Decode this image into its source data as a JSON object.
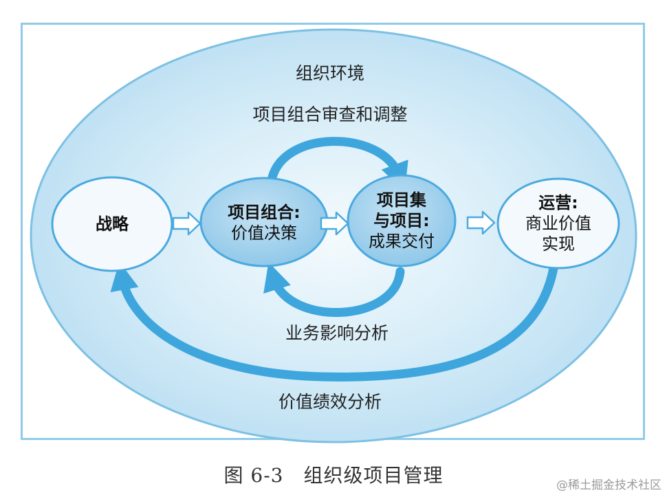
{
  "diagram": {
    "environment_label": "组织环境",
    "review_label": "项目组合审查和调整",
    "business_impact_label": "业务影响分析",
    "value_performance_label": "价值绩效分析",
    "nodes": {
      "strategy": {
        "line1": "战略"
      },
      "portfolio": {
        "line1": "项目组合:",
        "line2": "价值决策"
      },
      "programs": {
        "line1": "项目集",
        "line2": "与项目:",
        "line3": "成果交付"
      },
      "operations": {
        "line1": "运营:",
        "line2": "商业价值",
        "line3": "实现"
      }
    }
  },
  "caption": "图 6-3　组织级项目管理",
  "watermark": "@稀土掘金技术社区",
  "colors": {
    "frame": "#8fcbe8",
    "ellipse_fill": "#c5e4f4",
    "arrow": "#3ea6dd",
    "node_light": "#f3f9fd",
    "node_dark": "#9ccdeb"
  }
}
